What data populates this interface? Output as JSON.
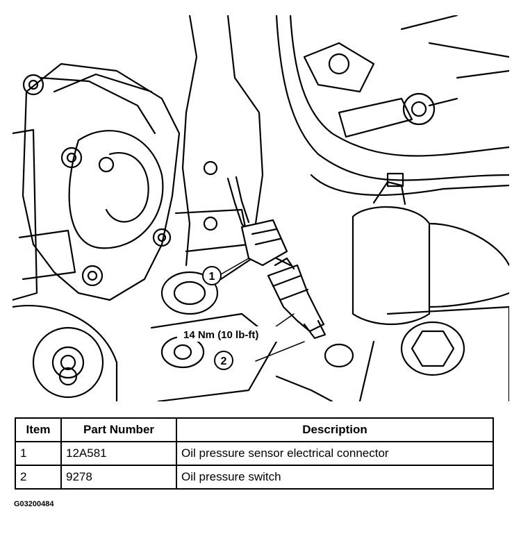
{
  "illustration": {
    "callouts": [
      {
        "number": "1",
        "part": "oil-pressure-sensor-electrical-connector"
      },
      {
        "number": "2",
        "part": "oil-pressure-switch"
      }
    ],
    "torque_spec": "14 Nm (10 lb-ft)"
  },
  "table": {
    "headers": [
      "Item",
      "Part Number",
      "Description"
    ],
    "rows": [
      {
        "item": "1",
        "part_number": "12A581",
        "description": "Oil pressure sensor electrical connector"
      },
      {
        "item": "2",
        "part_number": "9278",
        "description": "Oil pressure switch"
      }
    ]
  },
  "figure_id": "G03200484"
}
